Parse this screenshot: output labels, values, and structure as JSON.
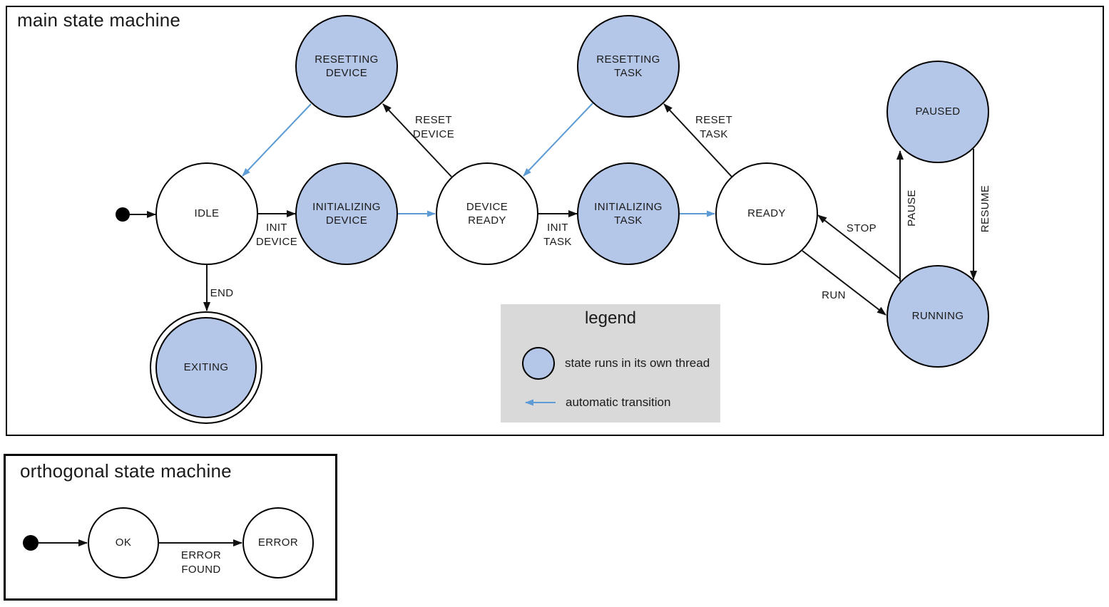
{
  "main_machine": {
    "title": "main state machine",
    "states": {
      "idle": "IDLE",
      "resetting_device": "RESETTING\nDEVICE",
      "initializing_device": "INITIALIZING\nDEVICE",
      "device_ready": "DEVICE\nREADY",
      "resetting_task": "RESETTING\nTASK",
      "initializing_task": "INITIALIZING\nTASK",
      "ready": "READY",
      "paused": "PAUSED",
      "running": "RUNNING",
      "exiting": "EXITING"
    },
    "transitions": {
      "init_device": "INIT\nDEVICE",
      "reset_device": "RESET\nDEVICE",
      "init_task": "INIT\nTASK",
      "reset_task": "RESET\nTASK",
      "run": "RUN",
      "stop": "STOP",
      "pause": "PAUSE",
      "resume": "RESUME",
      "end": "END"
    }
  },
  "legend": {
    "title": "legend",
    "threaded_state_label": "state runs in its own thread",
    "automatic_transition_label": "automatic transition"
  },
  "orthogonal_machine": {
    "title": "orthogonal state machine",
    "states": {
      "ok": "OK",
      "error": "ERROR"
    },
    "transitions": {
      "error_found": "ERROR\nFOUND"
    }
  },
  "colors": {
    "threaded_state_fill": "#b5c7e8",
    "automatic_transition_blue": "#5d9bd5",
    "legend_background": "#d9d9d9",
    "stroke_black": "#111111"
  }
}
